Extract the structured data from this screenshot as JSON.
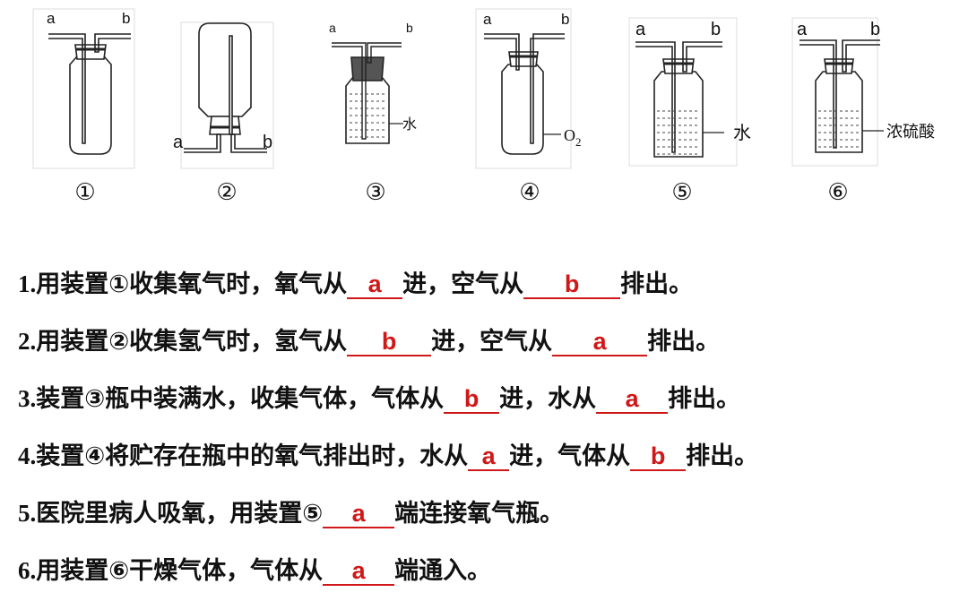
{
  "apparatus": [
    {
      "number": "①",
      "left_port": "a",
      "right_port": "b"
    },
    {
      "number": "②",
      "left_port": "a",
      "right_port": "b"
    },
    {
      "number": "③",
      "left_port": "a",
      "right_port": "b",
      "liquid_label": "水"
    },
    {
      "number": "④",
      "left_port": "a",
      "right_port": "b",
      "gas_label": "O",
      "gas_subscript": "2"
    },
    {
      "number": "⑤",
      "left_port": "a",
      "right_port": "b",
      "liquid_label": "水"
    },
    {
      "number": "⑥",
      "left_port": "a",
      "right_port": "b",
      "liquid_label": "浓硫酸"
    }
  ],
  "questions": [
    {
      "index": "1.",
      "parts": [
        "用装置①收集氧气时，氧气从",
        "进，空气从",
        "排出。"
      ],
      "answers": [
        "a",
        "b"
      ]
    },
    {
      "index": "2.",
      "parts": [
        "用装置②收集氢气时，氢气从",
        "进，空气从",
        "排出。"
      ],
      "answers": [
        "b",
        "a"
      ]
    },
    {
      "index": "3.",
      "parts": [
        "装置③瓶中装满水，收集气体，气体从",
        "进，水从",
        "排出。"
      ],
      "answers": [
        "b",
        "a"
      ]
    },
    {
      "index": "4.",
      "parts": [
        "装置④将贮存在瓶中的氧气排出时，水从",
        "进，气体从",
        "排出。"
      ],
      "answers": [
        "a",
        "b"
      ]
    },
    {
      "index": "5.",
      "parts": [
        "医院里病人吸氧，用装置⑤",
        "端连接氧气瓶。"
      ],
      "answers": [
        "a"
      ]
    },
    {
      "index": "6.",
      "parts": [
        "用装置⑥干燥气体，气体从",
        "端通入。"
      ],
      "answers": [
        "a"
      ]
    }
  ],
  "colors": {
    "answer": "#d01818",
    "text": "#111111"
  }
}
